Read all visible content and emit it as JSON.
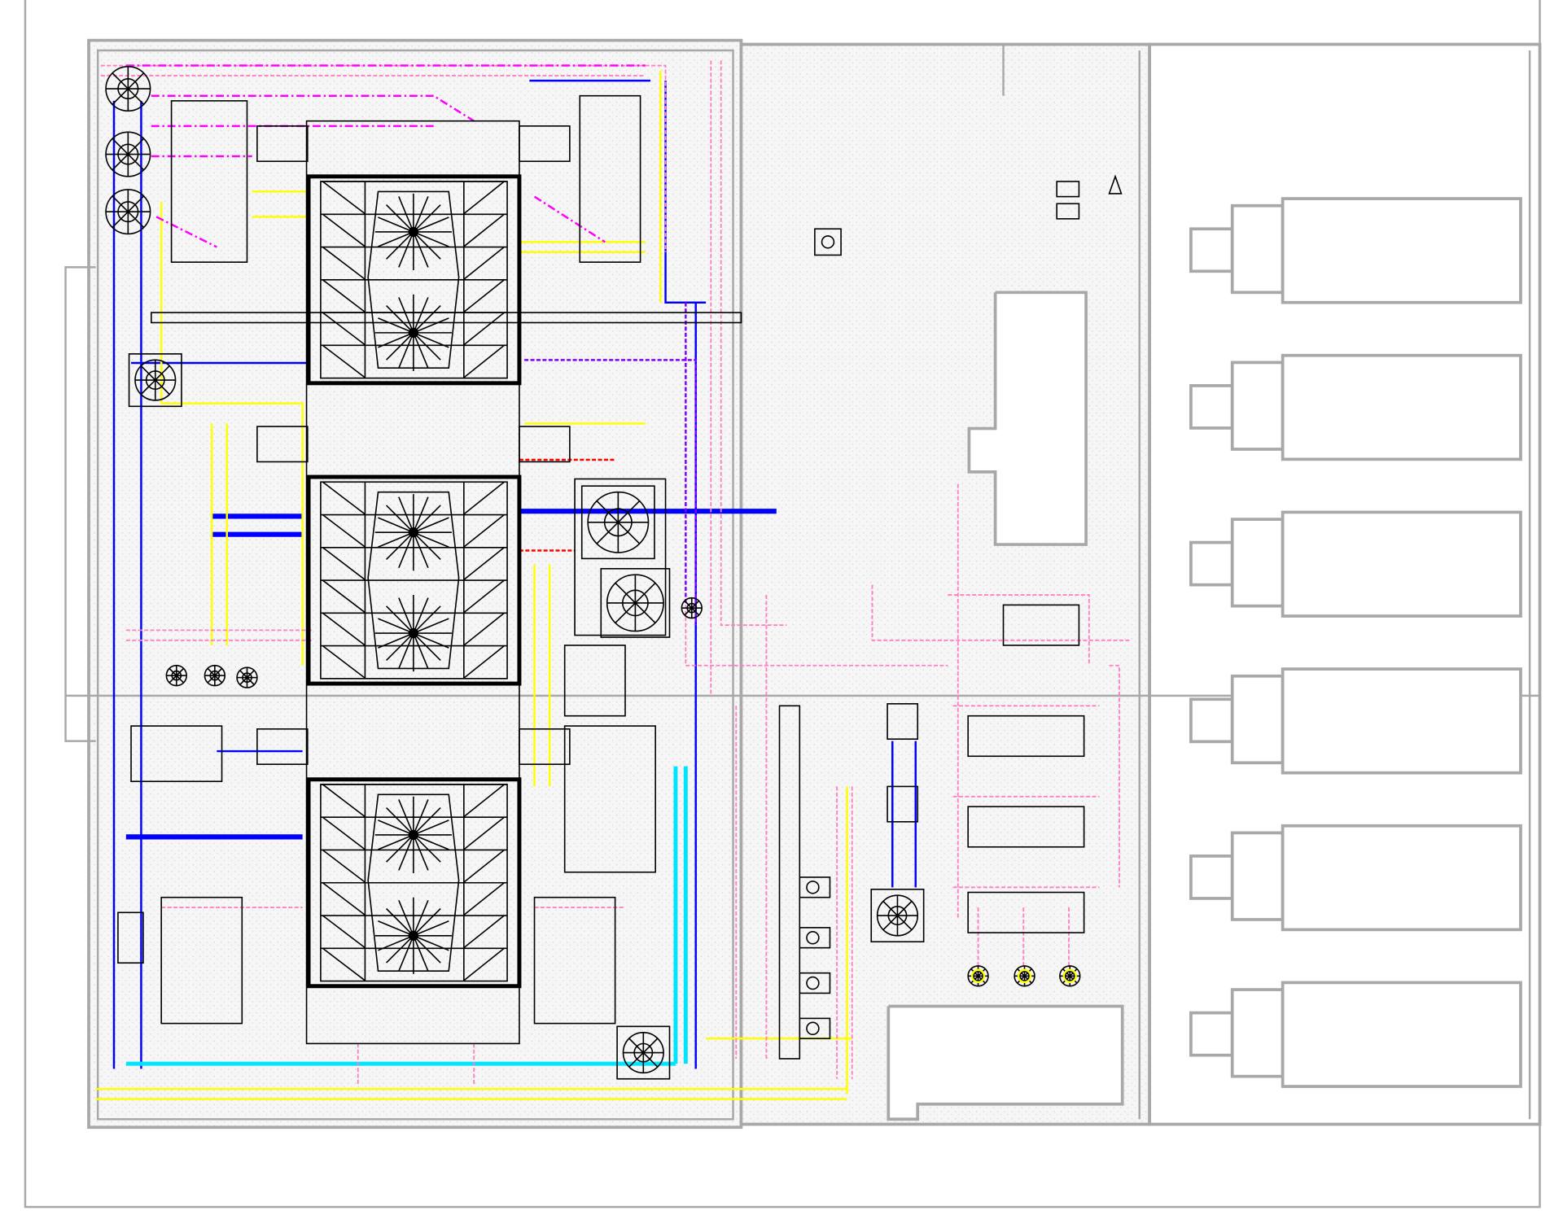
{
  "drawing": {
    "type": "mechanical-plant-room-floor-plan",
    "chiller_count": 3,
    "generator_count": 6,
    "colors": {
      "walls": "#a8a8a8",
      "equipment": "#000000",
      "chilled_water": "#0000ff",
      "condenser_water": "#ffff00",
      "gas_piping": "#ff80c0",
      "exhaust": "#ff00ff",
      "makeup_water": "#00e5ff",
      "floor_fill": "#f4f4f4"
    }
  }
}
